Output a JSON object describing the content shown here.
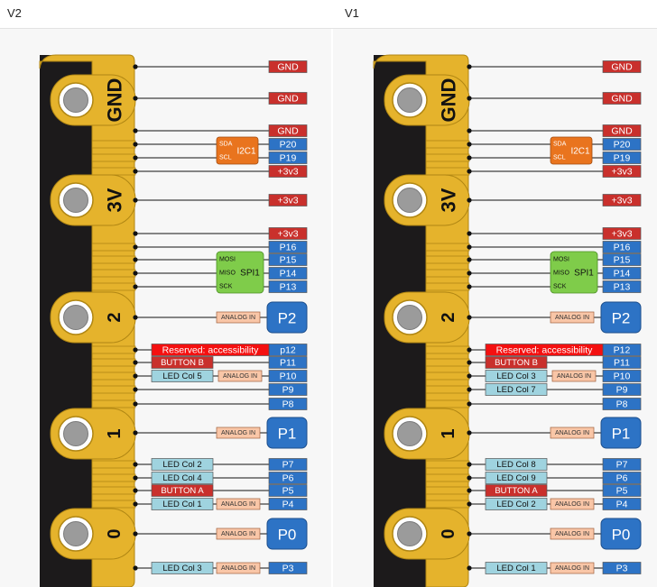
{
  "labels": {
    "v2": "V2",
    "v1": "V1"
  },
  "pads": [
    "GND",
    "3V",
    "2",
    "1",
    "0"
  ],
  "buses": {
    "i2c": "I2C1",
    "sda": "SDA",
    "scl": "SCL",
    "spi": "SPI1",
    "mosi": "MOSI",
    "miso": "MISO",
    "sck": "SCK"
  },
  "analog": "ANALOG IN",
  "colors": {
    "gold": "#e5b32c",
    "gold_stroke": "#b08613",
    "board": "#1c1a1b",
    "red": "#c9302c",
    "blue": "#2d73c5",
    "bright_red": "#f41010",
    "led": "#9fd3df",
    "analog": "#f9c6a7",
    "orange": "#e9741e",
    "green": "#7fcc4a"
  },
  "v2": {
    "pins": [
      {
        "label": "GND",
        "kind": "red"
      },
      {
        "label": "GND",
        "kind": "red"
      },
      {
        "label": "GND",
        "kind": "red"
      },
      {
        "label": "P20",
        "kind": "blue"
      },
      {
        "label": "P19",
        "kind": "blue"
      },
      {
        "label": "+3v3",
        "kind": "red"
      },
      {
        "label": "+3v3",
        "kind": "red"
      },
      {
        "label": "+3v3",
        "kind": "red"
      },
      {
        "label": "P16",
        "kind": "blue"
      },
      {
        "label": "P15",
        "kind": "blue"
      },
      {
        "label": "P14",
        "kind": "blue"
      },
      {
        "label": "P13",
        "kind": "blue"
      },
      {
        "label": "P2",
        "kind": "bigblue"
      },
      {
        "label": "p12",
        "kind": "blue"
      },
      {
        "label": "P11",
        "kind": "blue"
      },
      {
        "label": "P10",
        "kind": "blue"
      },
      {
        "label": "P9",
        "kind": "blue"
      },
      {
        "label": "P8",
        "kind": "blue"
      },
      {
        "label": "P1",
        "kind": "bigblue"
      },
      {
        "label": "P7",
        "kind": "blue"
      },
      {
        "label": "P6",
        "kind": "blue"
      },
      {
        "label": "P5",
        "kind": "blue"
      },
      {
        "label": "P4",
        "kind": "blue"
      },
      {
        "label": "P0",
        "kind": "bigblue"
      },
      {
        "label": "P3",
        "kind": "blue"
      }
    ],
    "funcs": [
      "Reserved: accessibility",
      "BUTTON B",
      "LED Col 5",
      "LED Col 2",
      "LED Col 4",
      "BUTTON A",
      "LED Col 1",
      "LED Col 3"
    ]
  },
  "v1": {
    "pins": [
      {
        "label": "GND",
        "kind": "red"
      },
      {
        "label": "GND",
        "kind": "red"
      },
      {
        "label": "GND",
        "kind": "red"
      },
      {
        "label": "P20",
        "kind": "blue"
      },
      {
        "label": "P19",
        "kind": "blue"
      },
      {
        "label": "+3v3",
        "kind": "red"
      },
      {
        "label": "+3v3",
        "kind": "red"
      },
      {
        "label": "+3v3",
        "kind": "red"
      },
      {
        "label": "P16",
        "kind": "blue"
      },
      {
        "label": "P15",
        "kind": "blue"
      },
      {
        "label": "P14",
        "kind": "blue"
      },
      {
        "label": "P13",
        "kind": "blue"
      },
      {
        "label": "P2",
        "kind": "bigblue"
      },
      {
        "label": "P12",
        "kind": "blue"
      },
      {
        "label": "P11",
        "kind": "blue"
      },
      {
        "label": "P10",
        "kind": "blue"
      },
      {
        "label": "P9",
        "kind": "blue"
      },
      {
        "label": "P8",
        "kind": "blue"
      },
      {
        "label": "P1",
        "kind": "bigblue"
      },
      {
        "label": "P7",
        "kind": "blue"
      },
      {
        "label": "P6",
        "kind": "blue"
      },
      {
        "label": "P5",
        "kind": "blue"
      },
      {
        "label": "P4",
        "kind": "blue"
      },
      {
        "label": "P0",
        "kind": "bigblue"
      },
      {
        "label": "P3",
        "kind": "blue"
      }
    ],
    "funcs": [
      "Reserved: accessibility",
      "BUTTON B",
      "LED Col 3",
      "LED Col 7",
      "LED Col 8",
      "LED Col 9",
      "BUTTON A",
      "LED Col 2",
      "LED Col 1"
    ]
  }
}
